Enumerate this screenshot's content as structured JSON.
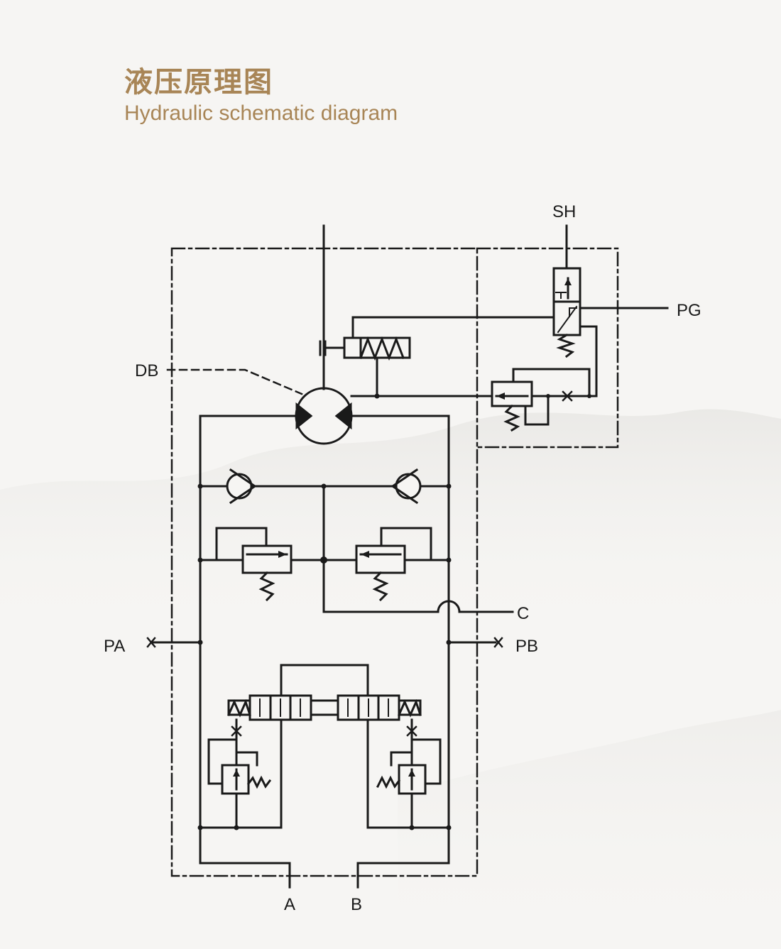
{
  "header": {
    "title_cn": "液压原理图",
    "title_en": "Hydraulic schematic diagram"
  },
  "ports": {
    "SH": "SH",
    "PG": "PG",
    "DB": "DB",
    "C": "C",
    "PA": "PA",
    "PB": "PB",
    "A": "A",
    "B": "B"
  },
  "colors": {
    "title": "#a88556",
    "line": "#1a1a1a",
    "background": "#f6f5f3"
  }
}
